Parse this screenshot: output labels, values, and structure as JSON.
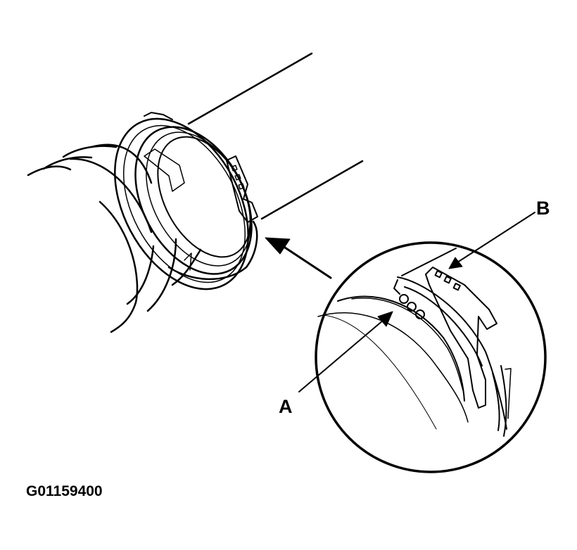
{
  "figure": {
    "type": "technical-line-drawing",
    "subject": "CV joint boot band clamp detail",
    "line_color": "#000000",
    "background_color": "#ffffff"
  },
  "callouts": [
    {
      "id": "A",
      "label": "A",
      "points_to": "boot band clamp holes (three round holes)"
    },
    {
      "id": "B",
      "label": "B",
      "points_to": "boot band clamp square holes (three square tabs)"
    }
  ],
  "detail_view": {
    "shape": "circle",
    "arrow_direction": "toward main view clamp"
  },
  "figure_code": "G01159400"
}
